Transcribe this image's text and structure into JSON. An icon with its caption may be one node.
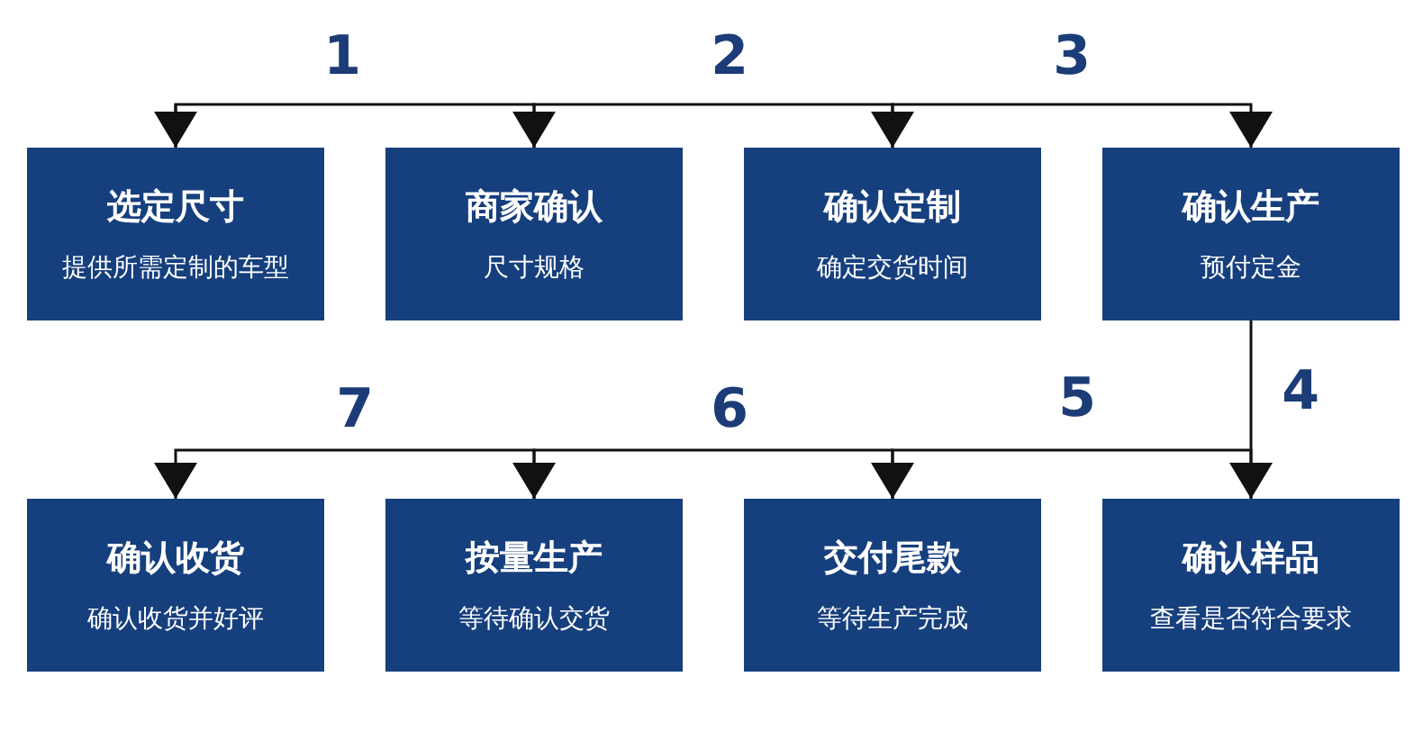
{
  "diagram": {
    "nodes": [
      {
        "text": [
          "选定尺寸",
          "提供所需定制的车型"
        ]
      },
      {
        "text": [
          "商家确认",
          "尺寸规格"
        ]
      },
      {
        "text": [
          "确认定制",
          "确定交货时间"
        ]
      },
      {
        "text": [
          "确认生产",
          "预付定金"
        ]
      },
      {
        "text": [
          "确认收货",
          "确认收货并好评"
        ]
      },
      {
        "text": [
          "按量生产",
          "等待确认交货"
        ]
      },
      {
        "text": [
          "交付尾款",
          "等待生产完成"
        ]
      },
      {
        "text": [
          "确认样品",
          "查看是否符合要求"
        ]
      }
    ],
    "edges": [
      {
        "from": null,
        "to": 0,
        "arrow": "to"
      },
      {
        "from": 0,
        "to": 1,
        "arrow": "to",
        "label": "1"
      },
      {
        "from": 1,
        "to": 2,
        "arrow": "to",
        "label": "2"
      },
      {
        "from": 2,
        "to": 3,
        "arrow": "to",
        "label": "3"
      },
      {
        "from": 3,
        "to": 7,
        "arrow": "to",
        "label": "4"
      },
      {
        "from": 7,
        "to": 6,
        "arrow": "to",
        "label": "5"
      },
      {
        "from": 6,
        "to": 5,
        "arrow": "to",
        "label": "6"
      },
      {
        "from": 5,
        "to": 4,
        "arrow": "to",
        "label": "7"
      }
    ]
  }
}
